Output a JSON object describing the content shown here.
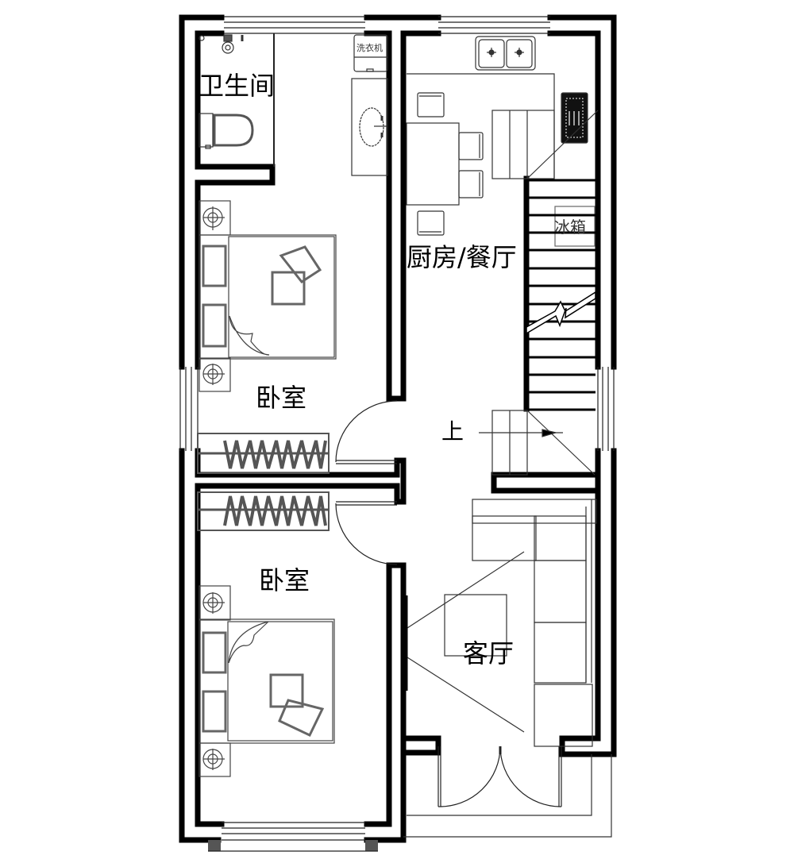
{
  "plan": {
    "title": "Floor plan",
    "colors": {
      "wall": "#000000",
      "line": "#222222",
      "furniture": "#555555",
      "background": "#ffffff"
    }
  },
  "rooms": {
    "bathroom": {
      "label": "卫生间"
    },
    "bedroom_top": {
      "label": "卧室"
    },
    "kitchen_dining": {
      "label": "厨房/餐厅"
    },
    "bedroom_bottom": {
      "label": "卧室"
    },
    "living_room": {
      "label": "客厅"
    }
  },
  "fixtures": {
    "washing_machine": {
      "label": "洗衣机"
    },
    "fridge": {
      "label": "冰箱"
    },
    "stairs_up": {
      "label": "上"
    }
  }
}
